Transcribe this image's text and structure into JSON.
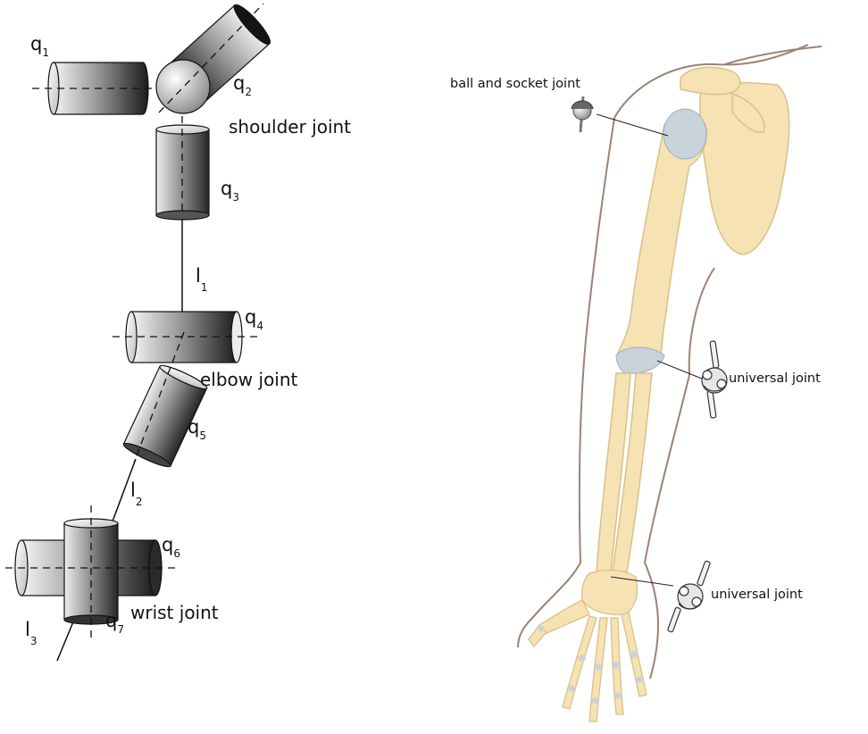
{
  "kinematic": {
    "joint_vars": [
      {
        "base": "q",
        "sub": "1"
      },
      {
        "base": "q",
        "sub": "2"
      },
      {
        "base": "q",
        "sub": "3"
      },
      {
        "base": "q",
        "sub": "4"
      },
      {
        "base": "q",
        "sub": "5"
      },
      {
        "base": "q",
        "sub": "6"
      },
      {
        "base": "q",
        "sub": "7"
      }
    ],
    "links": [
      {
        "base": "l",
        "sub": "1"
      },
      {
        "base": "l",
        "sub": "2"
      },
      {
        "base": "l",
        "sub": "3"
      }
    ],
    "joints": {
      "shoulder": "shoulder joint",
      "elbow": "elbow joint",
      "wrist": "wrist joint"
    }
  },
  "anatomy": {
    "labels": {
      "ball_socket": "ball and socket joint",
      "universal_elbow": "universal joint",
      "universal_wrist": "universal joint"
    }
  },
  "colors": {
    "bone": "#f7e2b4",
    "bone_edge": "#d8c08a",
    "cartilage": "#c9d3dc",
    "skin_outline": "#8a6f62"
  }
}
